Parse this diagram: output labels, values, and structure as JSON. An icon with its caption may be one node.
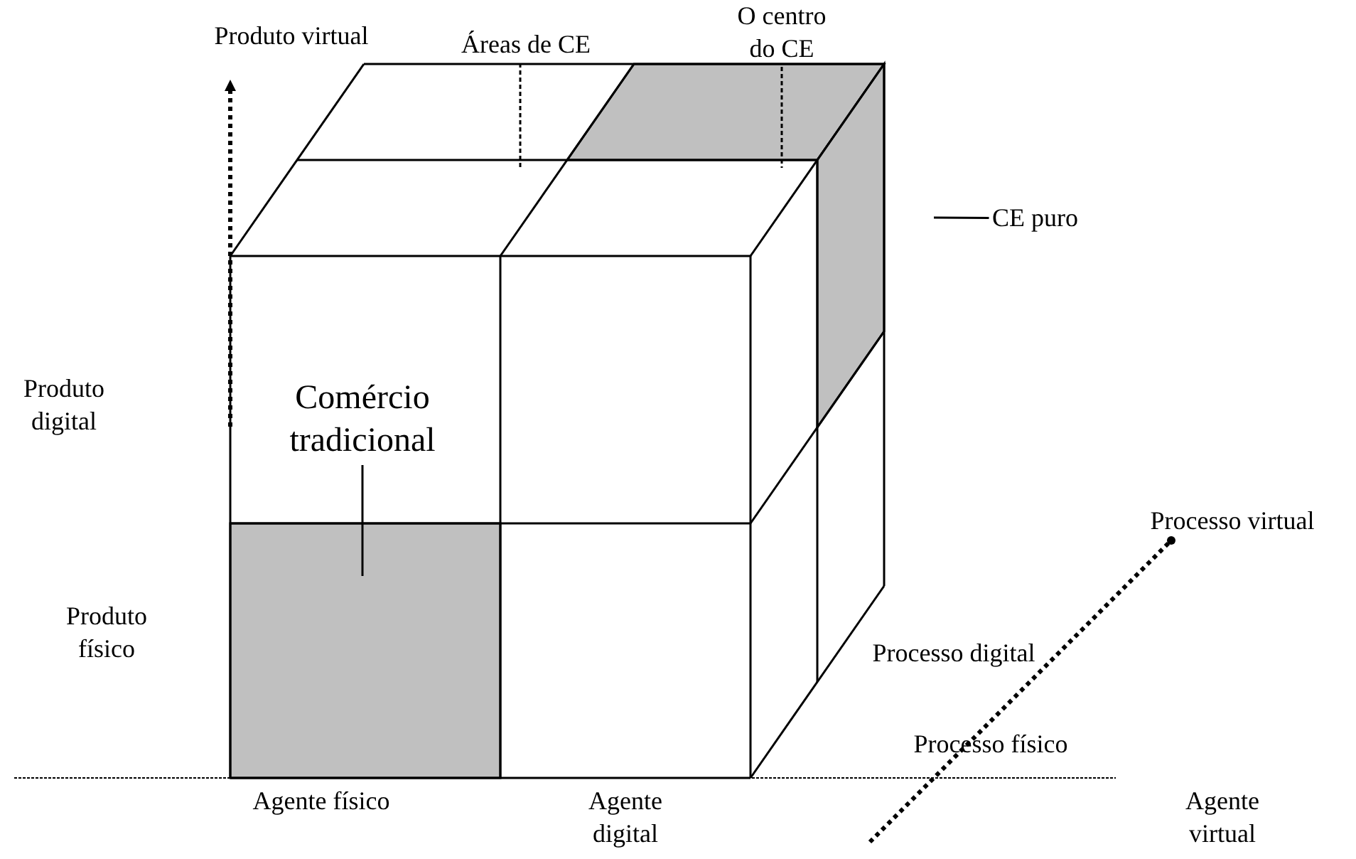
{
  "diagram": {
    "nodes": [
      {
        "text": [
          "Áreas de CE"
        ]
      },
      {
        "text": [
          "O centro do CE"
        ]
      },
      {
        "text": [
          "CE puro"
        ]
      },
      {
        "text": [
          "Comércio tradicional"
        ]
      }
    ],
    "edges": [
      {
        "from": 0,
        "to": null,
        "arrow": "none",
        "style": "dashed"
      },
      {
        "from": 1,
        "to": null,
        "arrow": "none",
        "style": "dashed"
      },
      {
        "from": 2,
        "to": null,
        "arrow": "none"
      },
      {
        "from": 3,
        "to": null,
        "arrow": "none"
      }
    ],
    "labels": [
      "Produto virtual",
      "Produto digital",
      "Produto físico",
      "Processo virtual",
      "Processo digital",
      "Processo físico",
      "Agente físico",
      "Agente digital",
      "Agente virtual"
    ]
  }
}
